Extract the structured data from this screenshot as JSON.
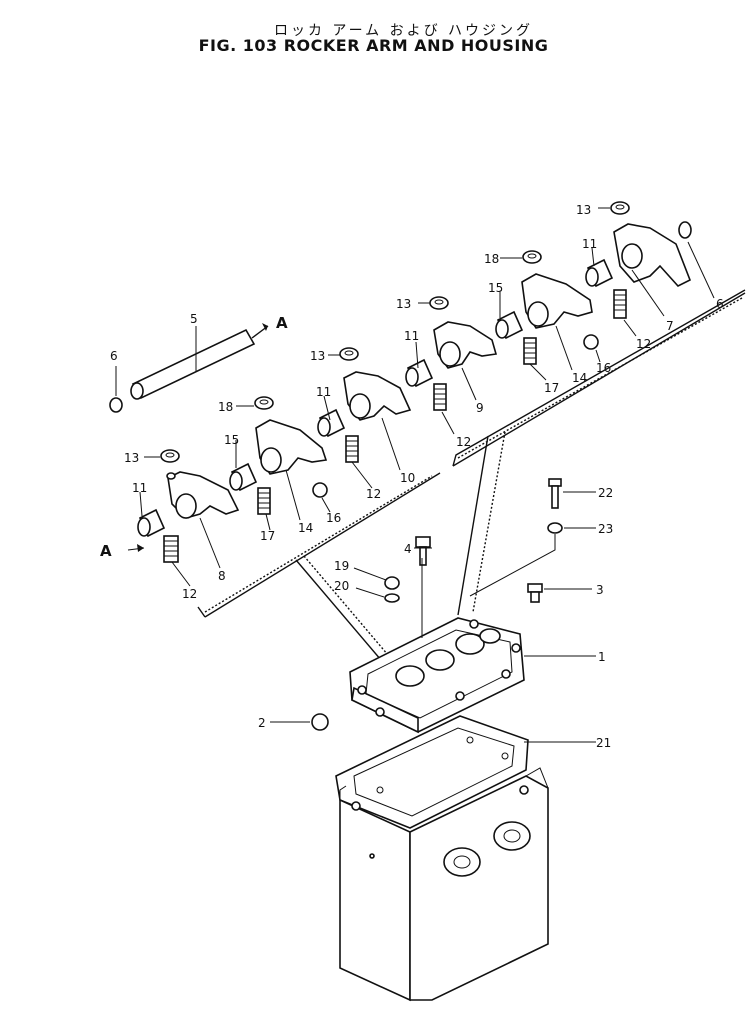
{
  "title": {
    "japanese": "ロッカ アーム および ハウジング",
    "english": "FIG. 103  ROCKER ARM AND HOUSING"
  },
  "callouts": [
    {
      "id": "c1",
      "label": "1"
    },
    {
      "id": "c2",
      "label": "2"
    },
    {
      "id": "c3",
      "label": "3"
    },
    {
      "id": "c4",
      "label": "4"
    },
    {
      "id": "c5",
      "label": "5"
    },
    {
      "id": "c6a",
      "label": "6"
    },
    {
      "id": "c6b",
      "label": "6"
    },
    {
      "id": "c7",
      "label": "7"
    },
    {
      "id": "c8",
      "label": "8"
    },
    {
      "id": "c9",
      "label": "9"
    },
    {
      "id": "c10",
      "label": "10"
    },
    {
      "id": "c11a",
      "label": "11"
    },
    {
      "id": "c11b",
      "label": "11"
    },
    {
      "id": "c11c",
      "label": "11"
    },
    {
      "id": "c11d",
      "label": "11"
    },
    {
      "id": "c12a",
      "label": "12"
    },
    {
      "id": "c12b",
      "label": "12"
    },
    {
      "id": "c12c",
      "label": "12"
    },
    {
      "id": "c12d",
      "label": "12"
    },
    {
      "id": "c13a",
      "label": "13"
    },
    {
      "id": "c13b",
      "label": "13"
    },
    {
      "id": "c13c",
      "label": "13"
    },
    {
      "id": "c13d",
      "label": "13"
    },
    {
      "id": "c14a",
      "label": "14"
    },
    {
      "id": "c14b",
      "label": "14"
    },
    {
      "id": "c15a",
      "label": "15"
    },
    {
      "id": "c15b",
      "label": "15"
    },
    {
      "id": "c16a",
      "label": "16"
    },
    {
      "id": "c16b",
      "label": "16"
    },
    {
      "id": "c17a",
      "label": "17"
    },
    {
      "id": "c17b",
      "label": "17"
    },
    {
      "id": "c18a",
      "label": "18"
    },
    {
      "id": "c18b",
      "label": "18"
    },
    {
      "id": "c19",
      "label": "19"
    },
    {
      "id": "c20",
      "label": "20"
    },
    {
      "id": "c21",
      "label": "21"
    },
    {
      "id": "c22",
      "label": "22"
    },
    {
      "id": "c23",
      "label": "23"
    },
    {
      "id": "cA1",
      "label": "A"
    },
    {
      "id": "cA2",
      "label": "A"
    }
  ]
}
